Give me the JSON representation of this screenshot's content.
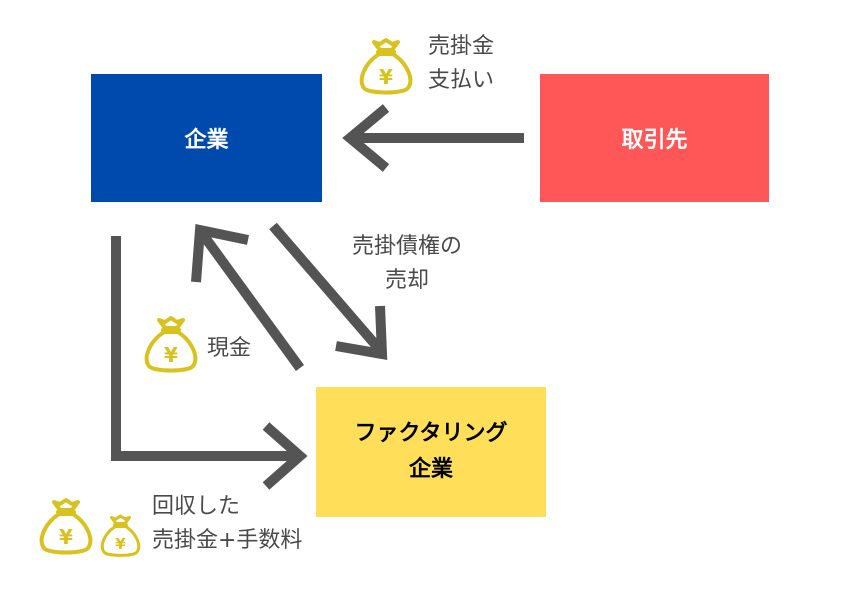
{
  "nodes": {
    "company": {
      "label": "企業",
      "color": "#004aad",
      "text_color": "#ffffff"
    },
    "client": {
      "label": "取引先",
      "color": "#ff5757",
      "text_color": "#ffffff"
    },
    "factoring": {
      "line1": "ファクタリング",
      "line2": "企業",
      "color": "#ffde59",
      "text_color": "#000000"
    }
  },
  "edges": {
    "payment": {
      "line1": "売掛金",
      "line2": "支払い"
    },
    "sale": {
      "line1": "売掛債権の",
      "line2": "売却"
    },
    "cash": {
      "label": "現金"
    },
    "collected": {
      "line1": "回収した",
      "line2": "売掛金+手数料"
    }
  },
  "colors": {
    "arrow": "#545454",
    "moneybag": "#d9c21f",
    "label_text": "#4a4a4a"
  },
  "icons": {
    "moneybag": "moneybag-yen-icon",
    "yen_symbol": "¥"
  }
}
